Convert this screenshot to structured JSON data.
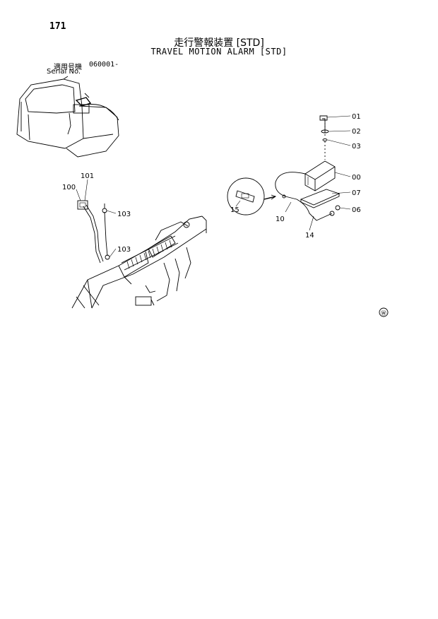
{
  "page_number": "171",
  "title_jp": "走行警報装置 [STD]",
  "title_en": "TRAVEL MOTION ALARM [STD]",
  "serial": {
    "label_jp": "適用号機",
    "value": "060001-",
    "label_en": "Serial No."
  },
  "callouts": {
    "p01": "01",
    "p02": "02",
    "p03": "03",
    "p00": "00",
    "p07": "07",
    "p06": "06",
    "p10": "10",
    "p14": "14",
    "p15": "15",
    "p100": "100",
    "p101": "101",
    "p103a": "103",
    "p103b": "103"
  },
  "marks": {
    "corner_mark": "Ⓦ"
  }
}
